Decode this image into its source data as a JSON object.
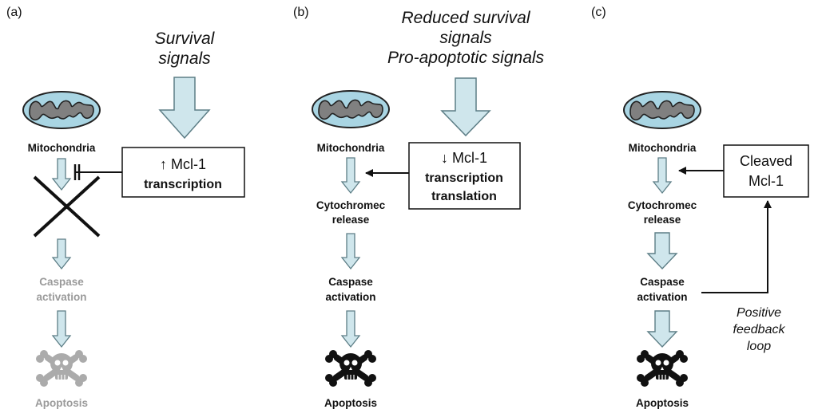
{
  "panels": {
    "a": {
      "letter": "(a)",
      "signal": [
        "Survival",
        "signals"
      ],
      "mito_label": "Mitochondria",
      "box": {
        "line1": "↑ Mcl-1",
        "line2": "transcription"
      },
      "caspase": [
        "Caspase",
        "activation"
      ],
      "apoptosis": "Apoptosis"
    },
    "b": {
      "letter": "(b)",
      "signal": [
        "Reduced survival",
        "signals",
        "Pro-apoptotic signals"
      ],
      "mito_label": "Mitochondria",
      "box": {
        "line1": "↓ Mcl-1",
        "line2": "transcription",
        "line3": "translation"
      },
      "cytochrome": [
        "Cytochromec",
        "release"
      ],
      "caspase": [
        "Caspase",
        "activation"
      ],
      "apoptosis": "Apoptosis"
    },
    "c": {
      "letter": "(c)",
      "mito_label": "Mitochondria",
      "box": {
        "line1": "Cleaved",
        "line2": "Mcl-1"
      },
      "cytochrome": [
        "Cytochromec",
        "release"
      ],
      "caspase": [
        "Caspase",
        "activation"
      ],
      "apoptosis": "Apoptosis",
      "feedback": [
        "Positive",
        "feedback",
        "loop"
      ]
    }
  },
  "colors": {
    "arrow_fill": "#cfe6ec",
    "arrow_stroke": "#5d7e86",
    "mito_fill": "#a9d5e3",
    "mito_inner": "#808080",
    "greyed": "#9a9a9a"
  }
}
